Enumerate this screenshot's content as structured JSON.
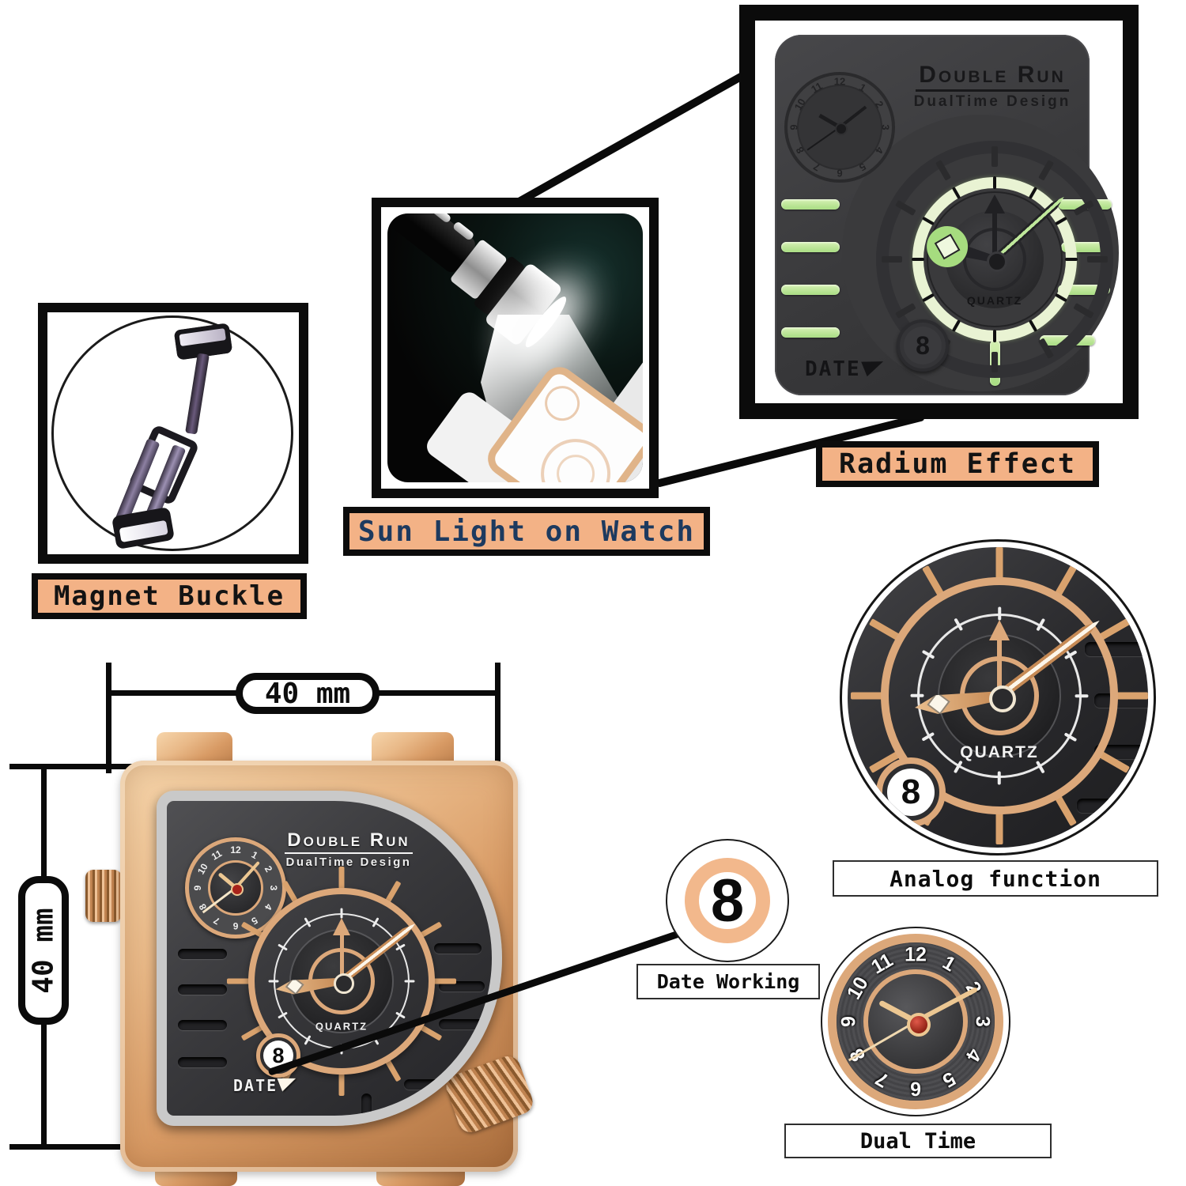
{
  "numerals": [
    "12",
    "1",
    "2",
    "3",
    "4",
    "5",
    "6",
    "7",
    "8",
    "9",
    "10",
    "11"
  ],
  "radium_panel": {
    "caption": "Radium Effect",
    "brand": "Double Run",
    "tagline": "DualTime Design",
    "movement": "QUARTZ",
    "date_label": "DATE",
    "date_value": "8"
  },
  "sun_light": {
    "caption": "Sun Light on Watch"
  },
  "magnet_buckle": {
    "caption": "Magnet Buckle"
  },
  "dimensions": {
    "width": "40 mm",
    "height": "40 mm"
  },
  "main_watch": {
    "brand": "Double Run",
    "tagline": "DualTime Design",
    "movement": "QUARTZ",
    "date_label": "DATE",
    "date_value": "8"
  },
  "analog_closeup": {
    "caption": "Analog function",
    "movement": "QUARTZ",
    "date_value": "8"
  },
  "date_working": {
    "caption": "Date Working",
    "value": "8"
  },
  "dual_time": {
    "caption": "Dual Time"
  },
  "colors": {
    "peach": "#f3b286",
    "navy": "#1d3a5f",
    "rose_gold": "#d89a64",
    "lume_green": "#a8dd82",
    "lume_pale": "#e9f3d3",
    "plate_dark": "#3a3a3c"
  }
}
